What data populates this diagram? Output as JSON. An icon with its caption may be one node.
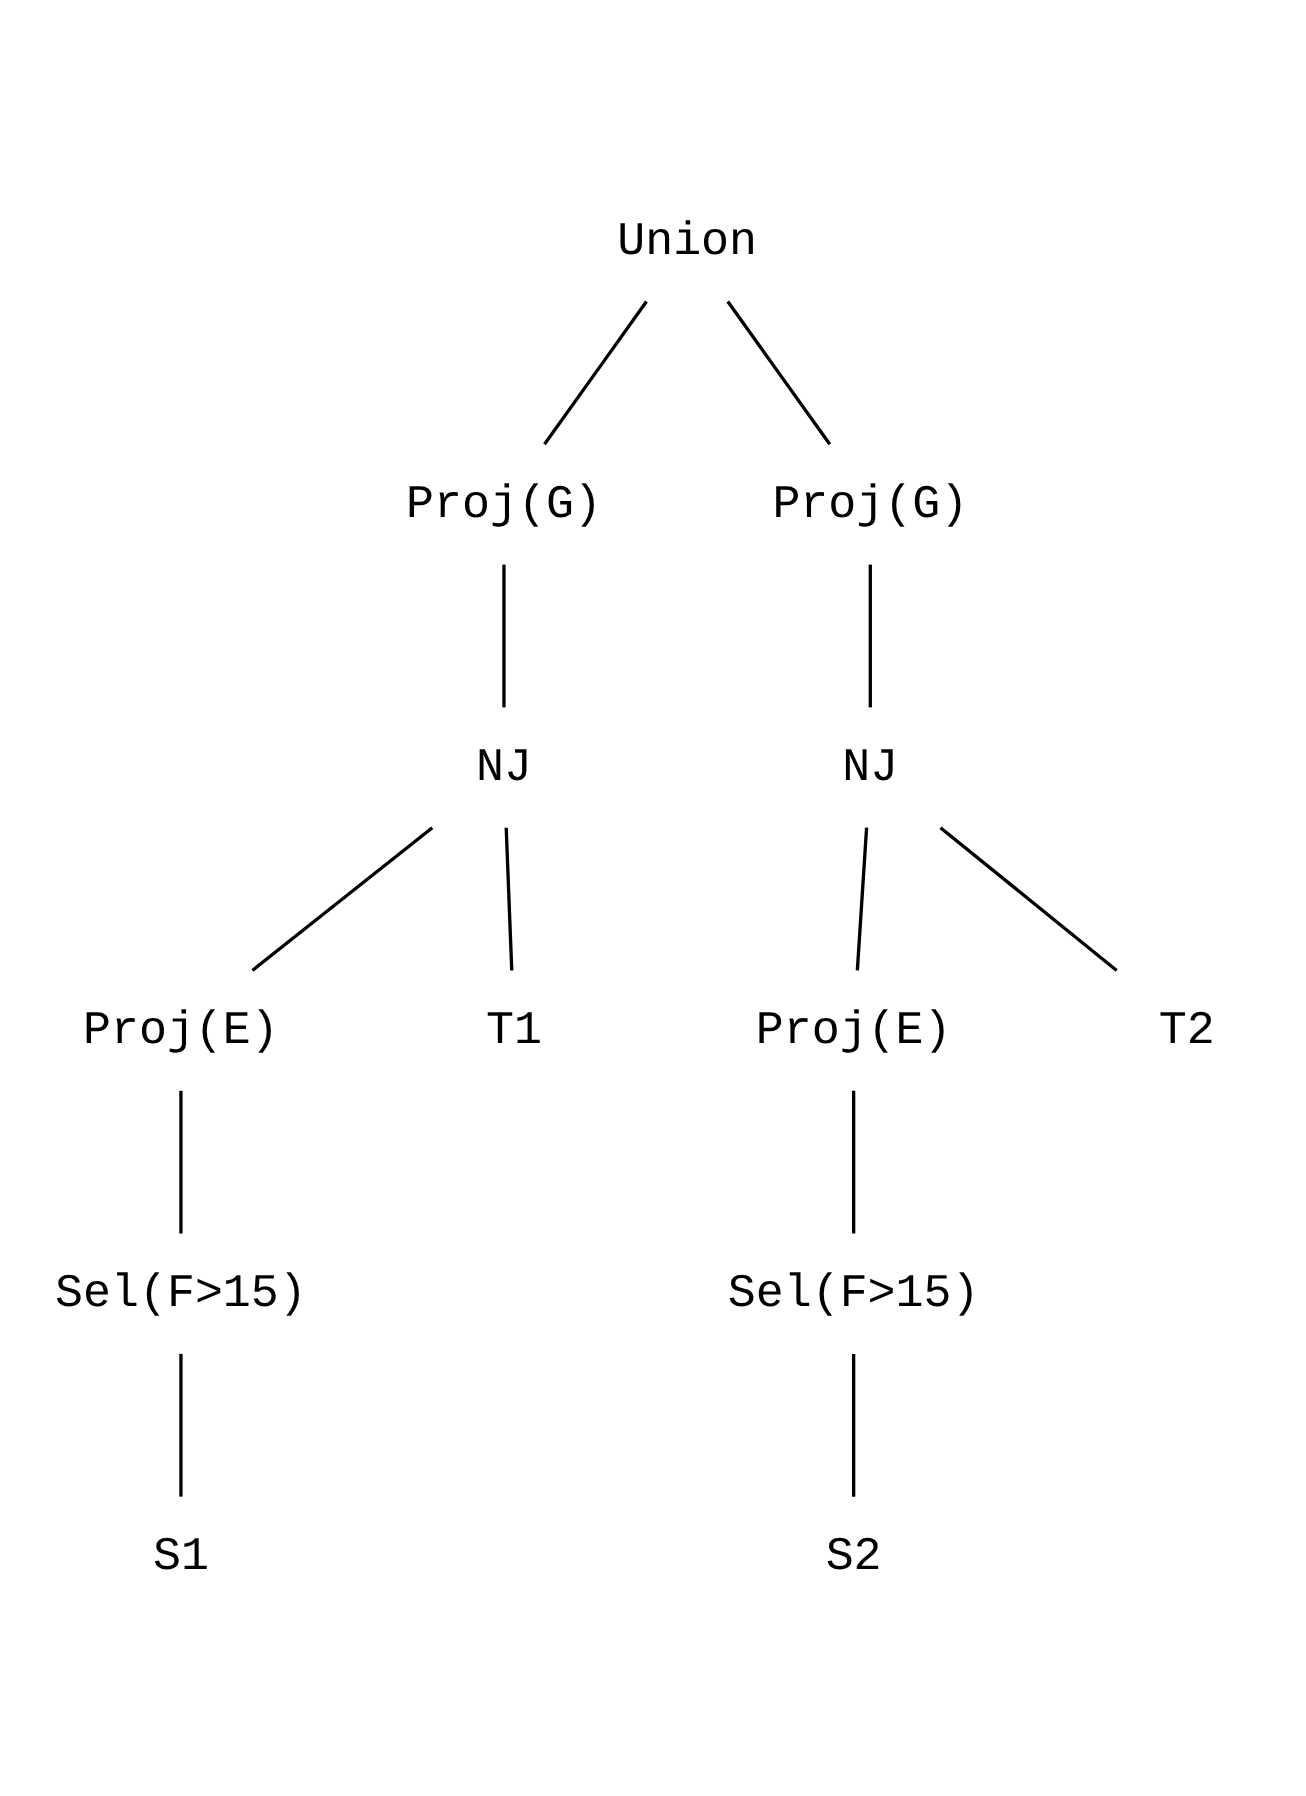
{
  "diagram": {
    "nodes": [
      {
        "text": [
          "Union"
        ]
      },
      {
        "text": [
          "Proj(G)"
        ]
      },
      {
        "text": [
          "Proj(G)"
        ]
      },
      {
        "text": [
          "NJ"
        ]
      },
      {
        "text": [
          "NJ"
        ]
      },
      {
        "text": [
          "Proj(E)"
        ]
      },
      {
        "text": [
          "T1"
        ]
      },
      {
        "text": [
          "Proj(E)"
        ]
      },
      {
        "text": [
          "T2"
        ]
      },
      {
        "text": [
          "Sel(F>15)"
        ]
      },
      {
        "text": [
          "Sel(F>15)"
        ]
      },
      {
        "text": [
          "S1"
        ]
      },
      {
        "text": [
          "S2"
        ]
      }
    ],
    "edges": [
      {
        "from": 0,
        "to": 1,
        "arrow": "none"
      },
      {
        "from": 0,
        "to": 2,
        "arrow": "none"
      },
      {
        "from": 1,
        "to": 3,
        "arrow": "none"
      },
      {
        "from": 2,
        "to": 4,
        "arrow": "none"
      },
      {
        "from": 3,
        "to": 5,
        "arrow": "none"
      },
      {
        "from": 3,
        "to": 6,
        "arrow": "none"
      },
      {
        "from": 4,
        "to": 7,
        "arrow": "none"
      },
      {
        "from": 4,
        "to": 8,
        "arrow": "none"
      },
      {
        "from": 5,
        "to": 9,
        "arrow": "none"
      },
      {
        "from": 7,
        "to": 10,
        "arrow": "none"
      },
      {
        "from": 9,
        "to": 11,
        "arrow": "none"
      },
      {
        "from": 10,
        "to": 12,
        "arrow": "none"
      }
    ]
  }
}
